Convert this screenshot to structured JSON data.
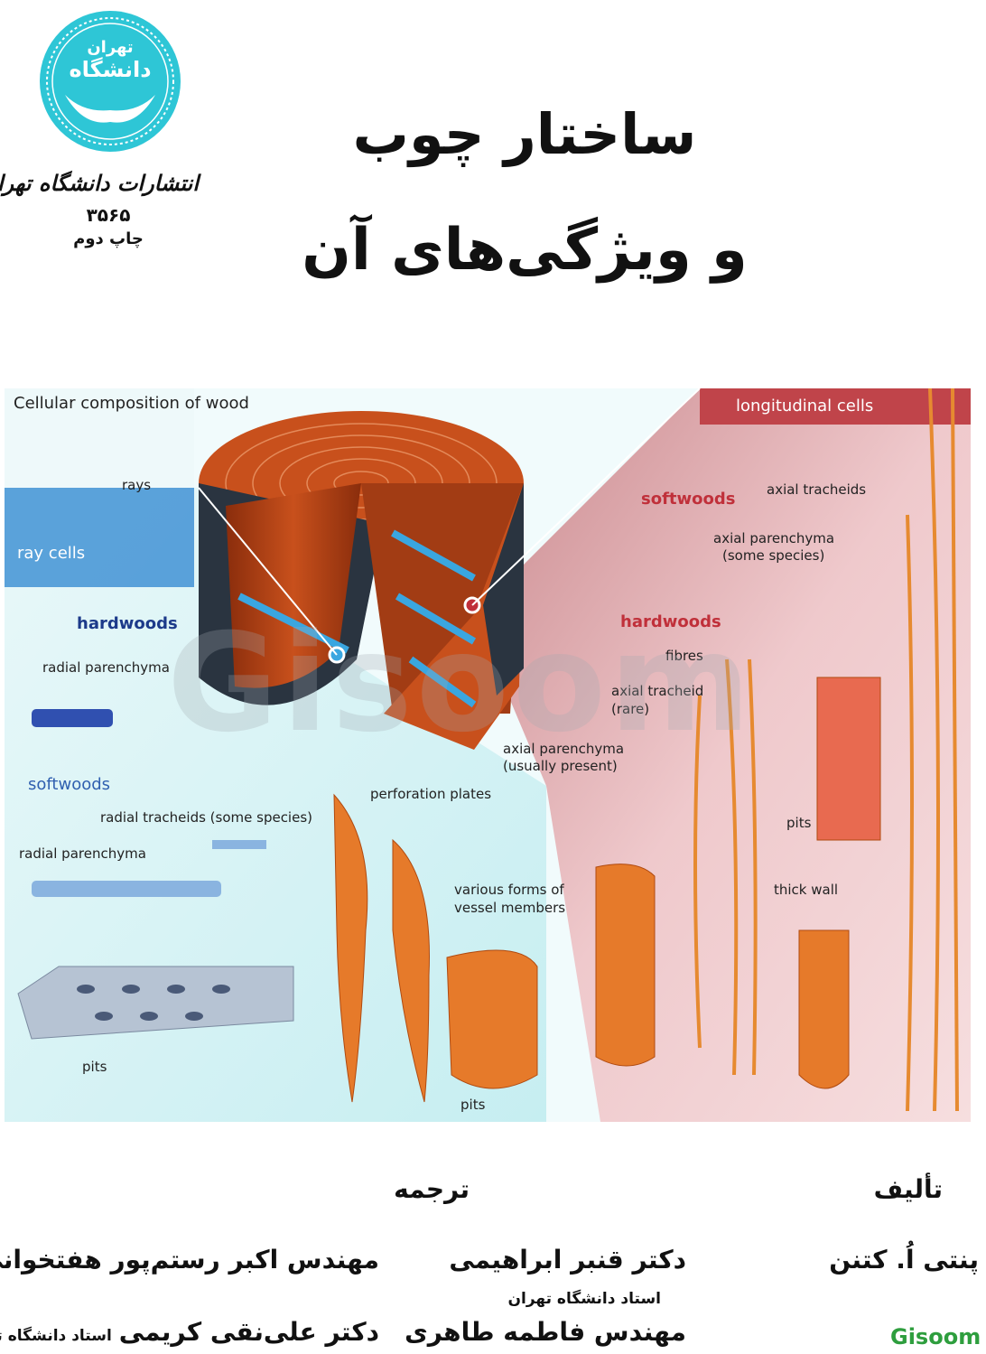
{
  "publisher": {
    "logo_text": "دانشگاه تهران",
    "name": "انتشارات دانشگاه تهران",
    "number": "۳۵۶۵",
    "edition": "چاپ دوم"
  },
  "title": {
    "line1": "ساختار چوب",
    "line2": "و ویژگی‌های آن"
  },
  "figure": {
    "heading": "Cellular composition of wood",
    "longitudinal_heading": "longitudinal cells",
    "ray_cells": "ray cells",
    "rays": "rays",
    "left": {
      "hardwoods": "hardwoods",
      "radial_parenchyma_hw": "radial parenchyma",
      "softwoods": "softwoods",
      "radial_tracheids": "radial tracheids (some species)",
      "radial_parenchyma_sw": "radial parenchyma",
      "pits": "pits"
    },
    "center": {
      "perforation_plates": "perforation plates",
      "vessel_members_1": "various forms of",
      "vessel_members_2": "vessel members",
      "pits": "pits"
    },
    "right": {
      "softwoods": "softwoods",
      "axial_tracheids": "axial tracheids",
      "axial_parenchyma_sw_1": "axial parenchyma",
      "axial_parenchyma_sw_2": "(some species)",
      "hardwoods": "hardwoods",
      "fibres": "fibres",
      "axial_tracheid_1": "axial tracheid",
      "axial_tracheid_2": "(rare)",
      "axial_parenchyma_hw_1": "axial parenchyma",
      "axial_parenchyma_hw_2": "(usually present)",
      "pits": "pits",
      "thick_wall": "thick wall"
    },
    "colors": {
      "left_bg": "#cfeff2",
      "right_bg": "#e8b8bc",
      "header_red": "#c0444a",
      "wood": "#c8501c",
      "ray_blue": "#3aa6e0"
    }
  },
  "watermark": "Gisoom",
  "credits": {
    "author_heading": "تألیف",
    "author": "پنتی اُ. کتنن",
    "translation_heading": "ترجمه",
    "translators": [
      {
        "name": "دکتر قنبر ابراهیمی",
        "role": "استاد دانشگاه تهران"
      },
      {
        "name": "مهندس اکبر رستم‌پور هفتخوانی"
      },
      {
        "name": "مهندس فاطمه طاهری"
      },
      {
        "name": "دکتر علی‌نقی کریمی",
        "role": "استاد دانشگاه تهران"
      }
    ]
  },
  "footer_logo": "Gisoom"
}
